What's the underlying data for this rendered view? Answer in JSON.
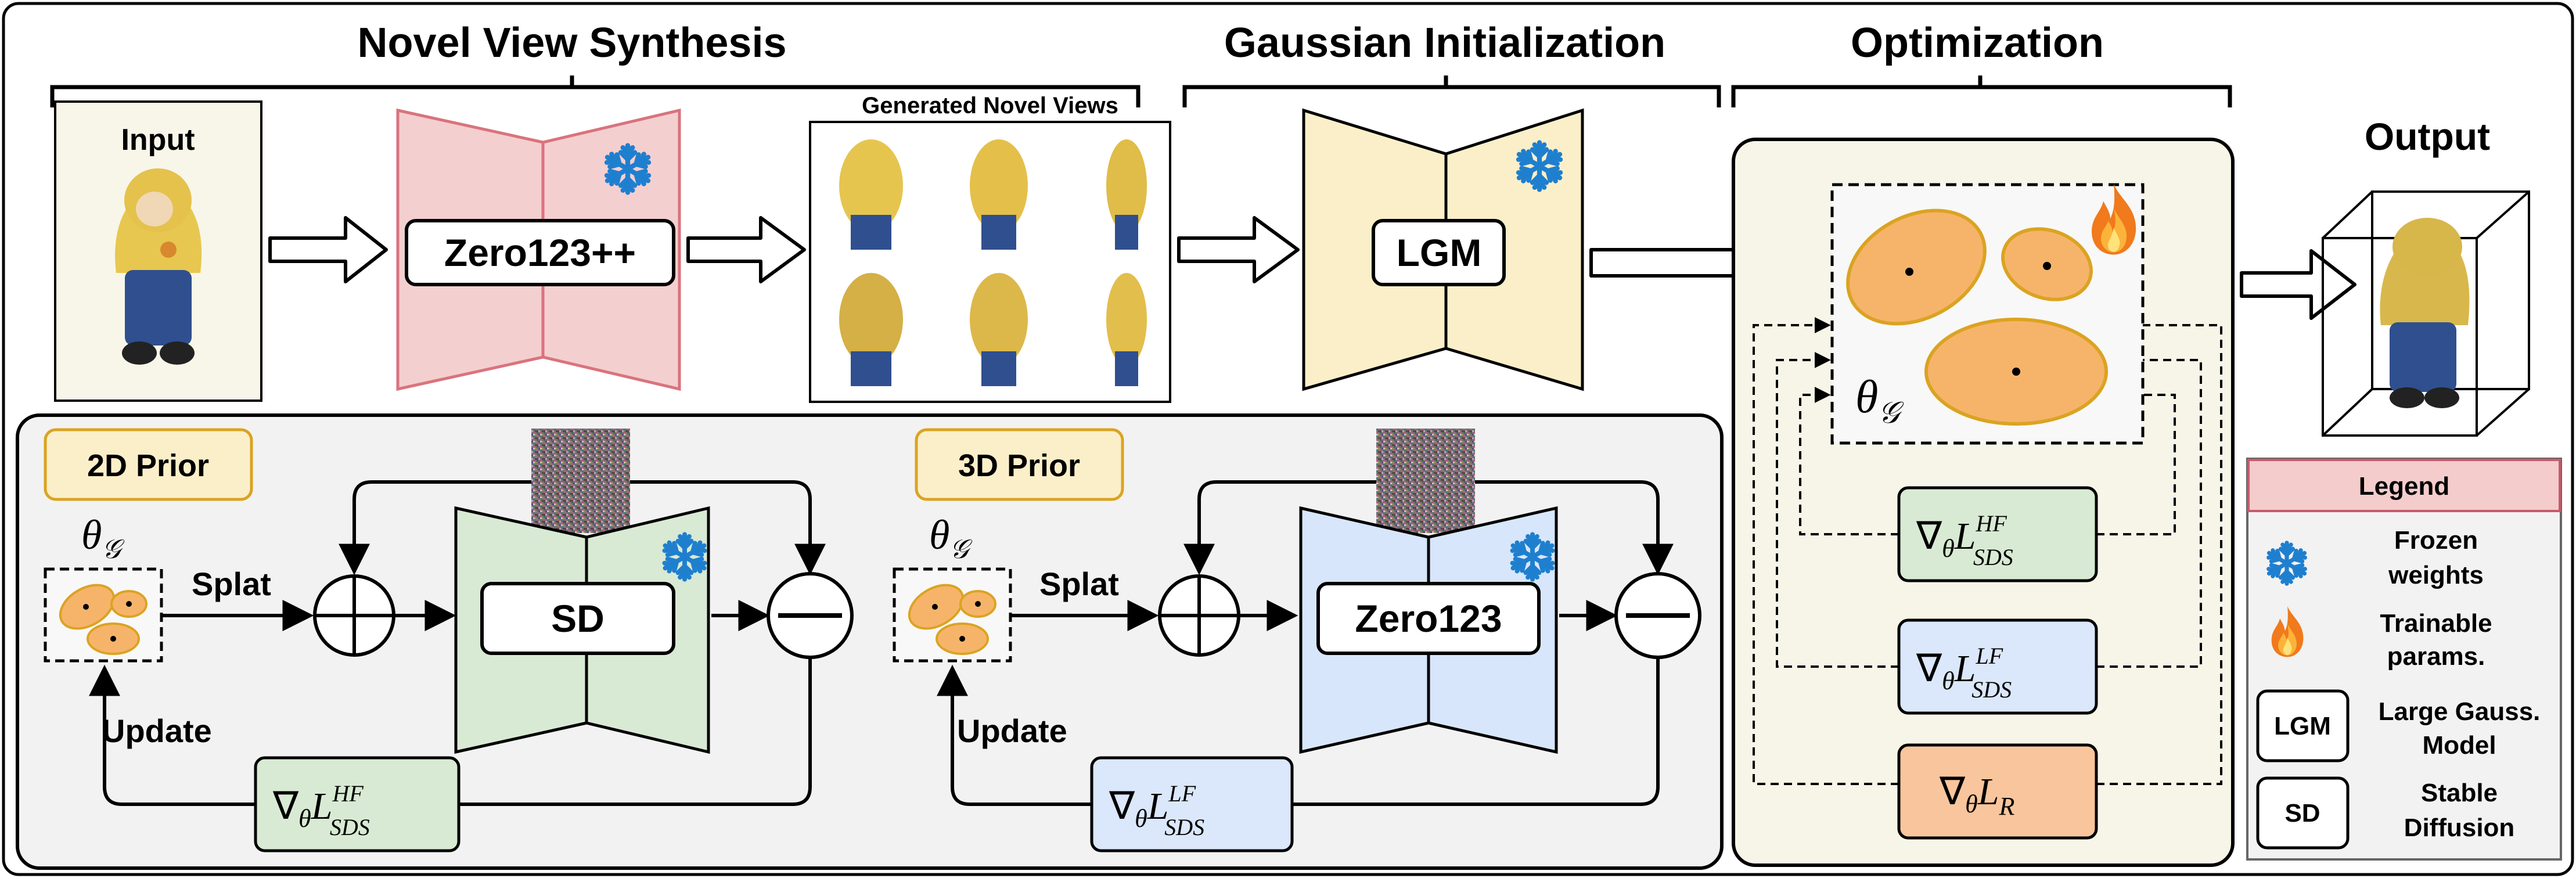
{
  "sections": {
    "novel_view_synthesis": "Novel View Synthesis",
    "gaussian_initialization": "Gaussian Initialization",
    "optimization": "Optimization"
  },
  "top_row": {
    "input_label": "Input",
    "zero123pp_label": "Zero123++",
    "generated_views_label": "Generated Novel Views",
    "lgm_label": "LGM",
    "output_label": "Output"
  },
  "optimization_panel": {
    "theta_main": "θ",
    "theta_sub": "𝒢",
    "loss_hf": {
      "prefix": "∇",
      "theta": "θ",
      "L": "L",
      "sup": "HF",
      "sub": "SDS"
    },
    "loss_lf": {
      "prefix": "∇",
      "theta": "θ",
      "L": "L",
      "sup": "LF",
      "sub": "SDS"
    },
    "loss_r": {
      "prefix": "∇",
      "theta": "θ",
      "L": "L",
      "sub": "R"
    }
  },
  "prior_2d": {
    "title": "2D Prior",
    "theta_main": "θ",
    "theta_sub": "𝒢",
    "splat_label": "Splat",
    "update_label": "Update",
    "model_label": "SD",
    "loss": {
      "prefix": "∇",
      "theta": "θ",
      "L": "L",
      "sup": "HF",
      "sub": "SDS"
    }
  },
  "prior_3d": {
    "title": "3D Prior",
    "theta_main": "θ",
    "theta_sub": "𝒢",
    "splat_label": "Splat",
    "update_label": "Update",
    "model_label": "Zero123",
    "loss": {
      "prefix": "∇",
      "theta": "θ",
      "L": "L",
      "sup": "LF",
      "sub": "SDS"
    }
  },
  "legend": {
    "title": "Legend",
    "frozen_line1": "Frozen",
    "frozen_line2": "weights",
    "trainable_line1": "Trainable",
    "trainable_line2": "params.",
    "lgm_box": "LGM",
    "lgm_line1": "Large Gauss.",
    "lgm_line2": "Model",
    "sd_box": "SD",
    "sd_line1": "Stable",
    "sd_line2": "Diffusion"
  },
  "icons": {
    "frozen": "snowflake-icon",
    "trainable": "flame-icon",
    "noise": "noise-image"
  },
  "colors": {
    "zero123pp_fill": "#f4cfcf",
    "zero123pp_stroke": "#d9737d",
    "lgm_fill": "#fbefc9",
    "sd_fill": "#d8e9d4",
    "zero123_fill": "#d7e6fa",
    "loss_hf_fill": "#d8ead3",
    "loss_lf_fill": "#dbe7fa",
    "loss_r_fill": "#f9c59c",
    "optimization_panel_fill": "#f6f5e8",
    "prior_panel_fill": "#f2f2f2",
    "legend_header_fill": "#f4cccc",
    "snowflake": "#1f7fcf",
    "gaussian_fill": "#f6b46a",
    "gaussian_stroke": "#dba322"
  }
}
